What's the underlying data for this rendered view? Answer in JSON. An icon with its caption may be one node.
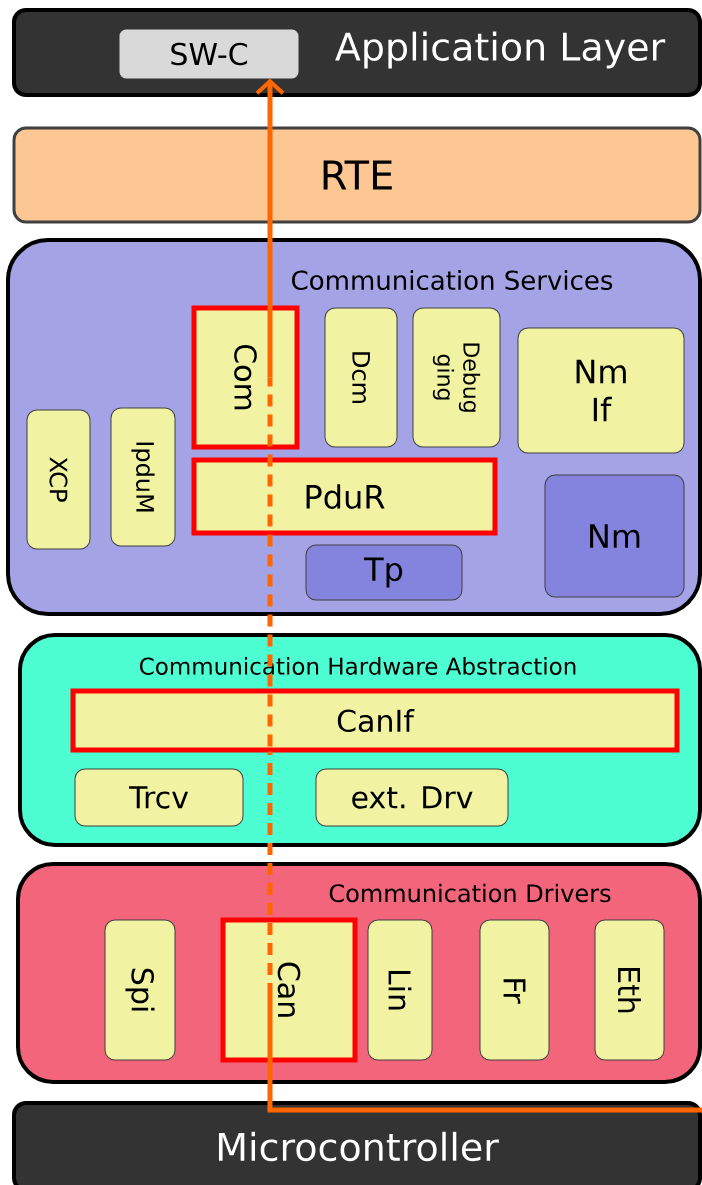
{
  "diagram": {
    "nodes": [
      {
        "text": [
          "Application Layer"
        ]
      },
      {
        "text": [
          "SW-C"
        ],
        "in": 0
      },
      {
        "text": [
          "RTE"
        ]
      },
      {
        "text": [
          "Communication Services"
        ]
      },
      {
        "text": [
          "Com"
        ],
        "in": 3
      },
      {
        "text": [
          "Dcm"
        ],
        "in": 3
      },
      {
        "text": [
          "Debug ging"
        ],
        "in": 3
      },
      {
        "text": [
          "Nm If"
        ],
        "in": 3
      },
      {
        "text": [
          "XCP"
        ],
        "in": 3
      },
      {
        "text": [
          "IpduM"
        ],
        "in": 3
      },
      {
        "text": [
          "PduR"
        ],
        "in": 3
      },
      {
        "text": [
          "Nm"
        ],
        "in": 3
      },
      {
        "text": [
          "Tp"
        ],
        "in": 3
      },
      {
        "text": [
          "Communication Hardware Abstraction"
        ]
      },
      {
        "text": [
          "CanIf"
        ],
        "in": 13
      },
      {
        "text": [
          "Trcv"
        ],
        "in": 13
      },
      {
        "text": [
          "ext. Drv"
        ],
        "in": 13
      },
      {
        "text": [
          "Communication Drivers"
        ]
      },
      {
        "text": [
          "Spi"
        ],
        "in": 17
      },
      {
        "text": [
          "Can"
        ],
        "in": 17
      },
      {
        "text": [
          "Lin"
        ],
        "in": 17
      },
      {
        "text": [
          "Fr"
        ],
        "in": 17
      },
      {
        "text": [
          "Eth"
        ],
        "in": 17
      },
      {
        "text": [
          "Microcontroller"
        ]
      }
    ],
    "edges": [
      {
        "from": 23,
        "to": 19,
        "arrow": "none"
      },
      {
        "from": 19,
        "to": 14,
        "arrow": "none",
        "style": "dashed"
      },
      {
        "from": 14,
        "to": 10,
        "arrow": "none",
        "style": "dashed"
      },
      {
        "from": 10,
        "to": 4,
        "arrow": "none",
        "style": "dashed"
      },
      {
        "from": 4,
        "to": 2,
        "arrow": "none"
      },
      {
        "from": 2,
        "to": 1,
        "arrow": "to"
      }
    ]
  }
}
